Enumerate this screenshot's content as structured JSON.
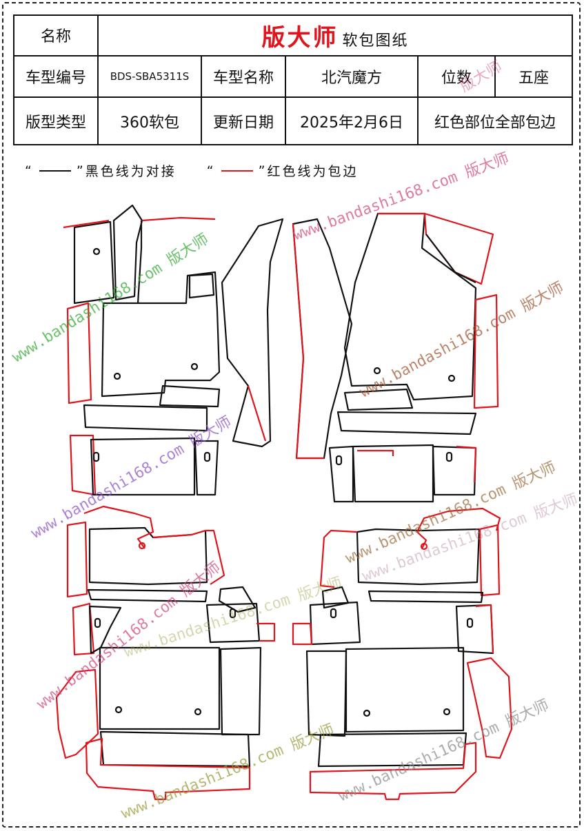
{
  "header": {
    "name_label": "名称",
    "brand": "版大师",
    "brand_suffix": "软包图纸",
    "model_code_label": "车型编号",
    "model_code": "BDS-SBA5311S",
    "model_name_label": "车型名称",
    "model_name": "北汽魔方",
    "seats_label": "位数",
    "seats": "五座",
    "pattern_type_label": "版型类型",
    "pattern_type": "360软包",
    "update_date_label": "更新日期",
    "update_date": "2025年2月6日",
    "note": "红色部位全部包边"
  },
  "legend": {
    "black_open": "“",
    "black_close": "”",
    "black_text": "黑色线为对接",
    "red_open": "“",
    "red_close": "”",
    "red_text": "红色线为包边"
  },
  "colors": {
    "black_line": "#111111",
    "red_line": "#e0141c",
    "watermark_green": "#2fa82f",
    "watermark_purple": "#8a4fc4",
    "watermark_pink": "#d0457a",
    "watermark_olive": "#9a9a3a"
  },
  "watermarks": {
    "w1": "www.bandashi168.com 版大师",
    "w2": "www.bandashi168.com 版大师",
    "w3": "www.bandashi168.com 版大师",
    "w4": "www.bandashi168.com 版大师",
    "w5": "www.bandashi168.com 版大师",
    "w6": "www.bandashi168.com 版大师",
    "w7": "www.bandashi168.com 版大师",
    "w8": "www.bandashi168.com 版大师",
    "w9": "www.bandashi168.com 版大师",
    "w10": "www.bandashi168.com 版大师",
    "w11": "版大师"
  }
}
